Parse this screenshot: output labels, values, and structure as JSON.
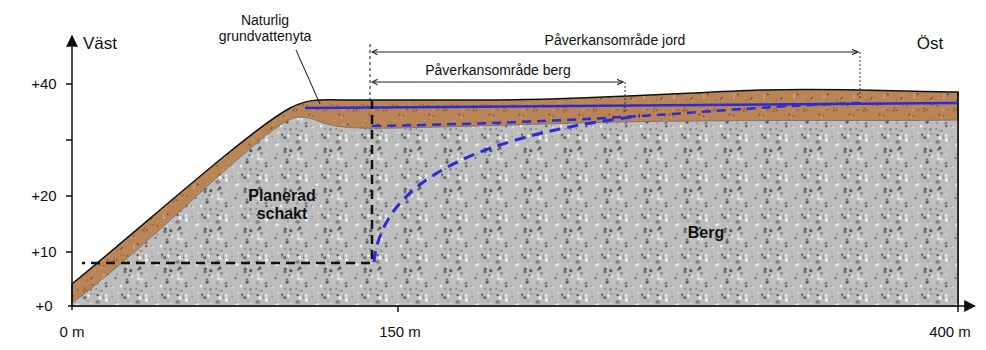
{
  "diagram": {
    "labels": [
      "Väst",
      "Öst",
      "Naturlig grundvattenyta",
      "Påverkansområde jord",
      "Påverkansområde berg",
      "Planerad schakt",
      "Berg",
      "+40",
      "+20",
      "+10",
      "+0",
      "0 m",
      "150 m",
      "400 m"
    ]
  }
}
